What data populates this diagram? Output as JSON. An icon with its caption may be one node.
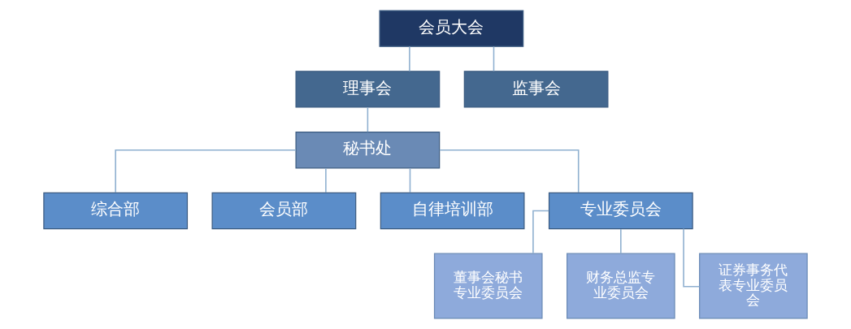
{
  "diagram": {
    "nodes": [
      {
        "text": [
          "会员大会"
        ]
      },
      {
        "text": [
          "理事会"
        ]
      },
      {
        "text": [
          "监事会"
        ]
      },
      {
        "text": [
          "秘书处"
        ]
      },
      {
        "text": [
          "综合部"
        ]
      },
      {
        "text": [
          "会员部"
        ]
      },
      {
        "text": [
          "自律培训部"
        ]
      },
      {
        "text": [
          "专业委员会"
        ]
      },
      {
        "text": [
          "董事会秘书专业委员会"
        ]
      },
      {
        "text": [
          "财务总监专业委员会"
        ]
      },
      {
        "text": [
          "证券事务代表专业委员会"
        ]
      }
    ],
    "edges": [
      {
        "from": 0,
        "to": 1,
        "arrow": "none"
      },
      {
        "from": 0,
        "to": 2,
        "arrow": "none"
      },
      {
        "from": 1,
        "to": 3,
        "arrow": "none"
      },
      {
        "from": 3,
        "to": 4,
        "arrow": "none"
      },
      {
        "from": 3,
        "to": 5,
        "arrow": "none"
      },
      {
        "from": 3,
        "to": 6,
        "arrow": "none"
      },
      {
        "from": 3,
        "to": 7,
        "arrow": "none"
      },
      {
        "from": 7,
        "to": 8,
        "arrow": "none"
      },
      {
        "from": 7,
        "to": 9,
        "arrow": "none"
      },
      {
        "from": 7,
        "to": 10,
        "arrow": "none"
      }
    ]
  }
}
